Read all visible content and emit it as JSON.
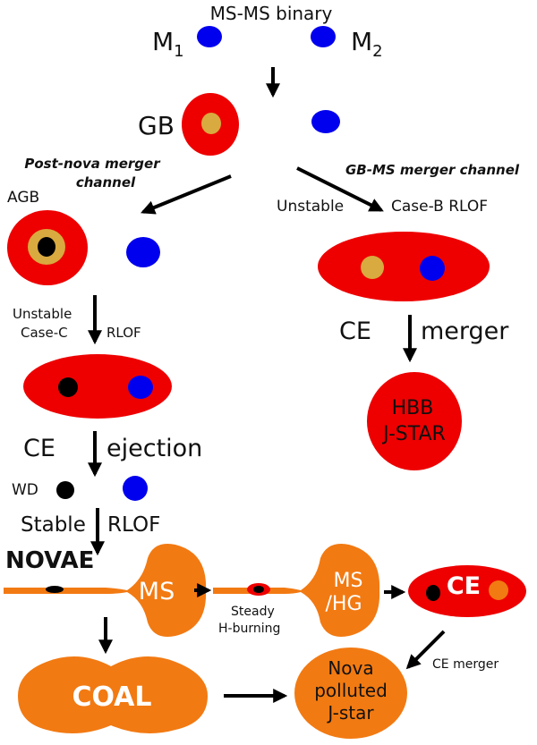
{
  "title": "MS-MS binary",
  "m1": {
    "letter": "M",
    "sub": "1"
  },
  "m2": {
    "letter": "M",
    "sub": "2"
  },
  "gb_label": "GB",
  "channels": {
    "left": {
      "line1": "Post-nova merger",
      "line2": "channel"
    },
    "right": {
      "text": "GB-MS merger channel"
    }
  },
  "agb_label": "AGB",
  "unstable_caseb": {
    "left": "Unstable",
    "right": "Case-B RLOF"
  },
  "unstable_casec": {
    "line1": "Unstable",
    "line2a": "Case-C",
    "line2b": "RLOF"
  },
  "ce_merger": {
    "left": "CE",
    "right": "merger"
  },
  "hbb": {
    "line1": "HBB",
    "line2": "J-STAR"
  },
  "ce_ejection": {
    "left": "CE",
    "right": "ejection"
  },
  "wd_label": "WD",
  "stable_rlof": {
    "left": "Stable",
    "right": "RLOF"
  },
  "novae_label": "NOVAE",
  "ms_label": "MS",
  "ms_hg": {
    "line1": "MS",
    "line2": "/HG"
  },
  "steady": {
    "line1": "Steady",
    "line2": "H-burning"
  },
  "ce_bubble": "CE",
  "ce_merger_small": "CE merger",
  "coal_label": "COAL",
  "nova_jstar": {
    "line1": "Nova",
    "line2": "polluted",
    "line3": "J-star"
  },
  "colors": {
    "blue": "#0000ee",
    "red": "#ee0000",
    "core": "#d9aa3f",
    "orange": "#f27a12",
    "black": "#000000"
  }
}
